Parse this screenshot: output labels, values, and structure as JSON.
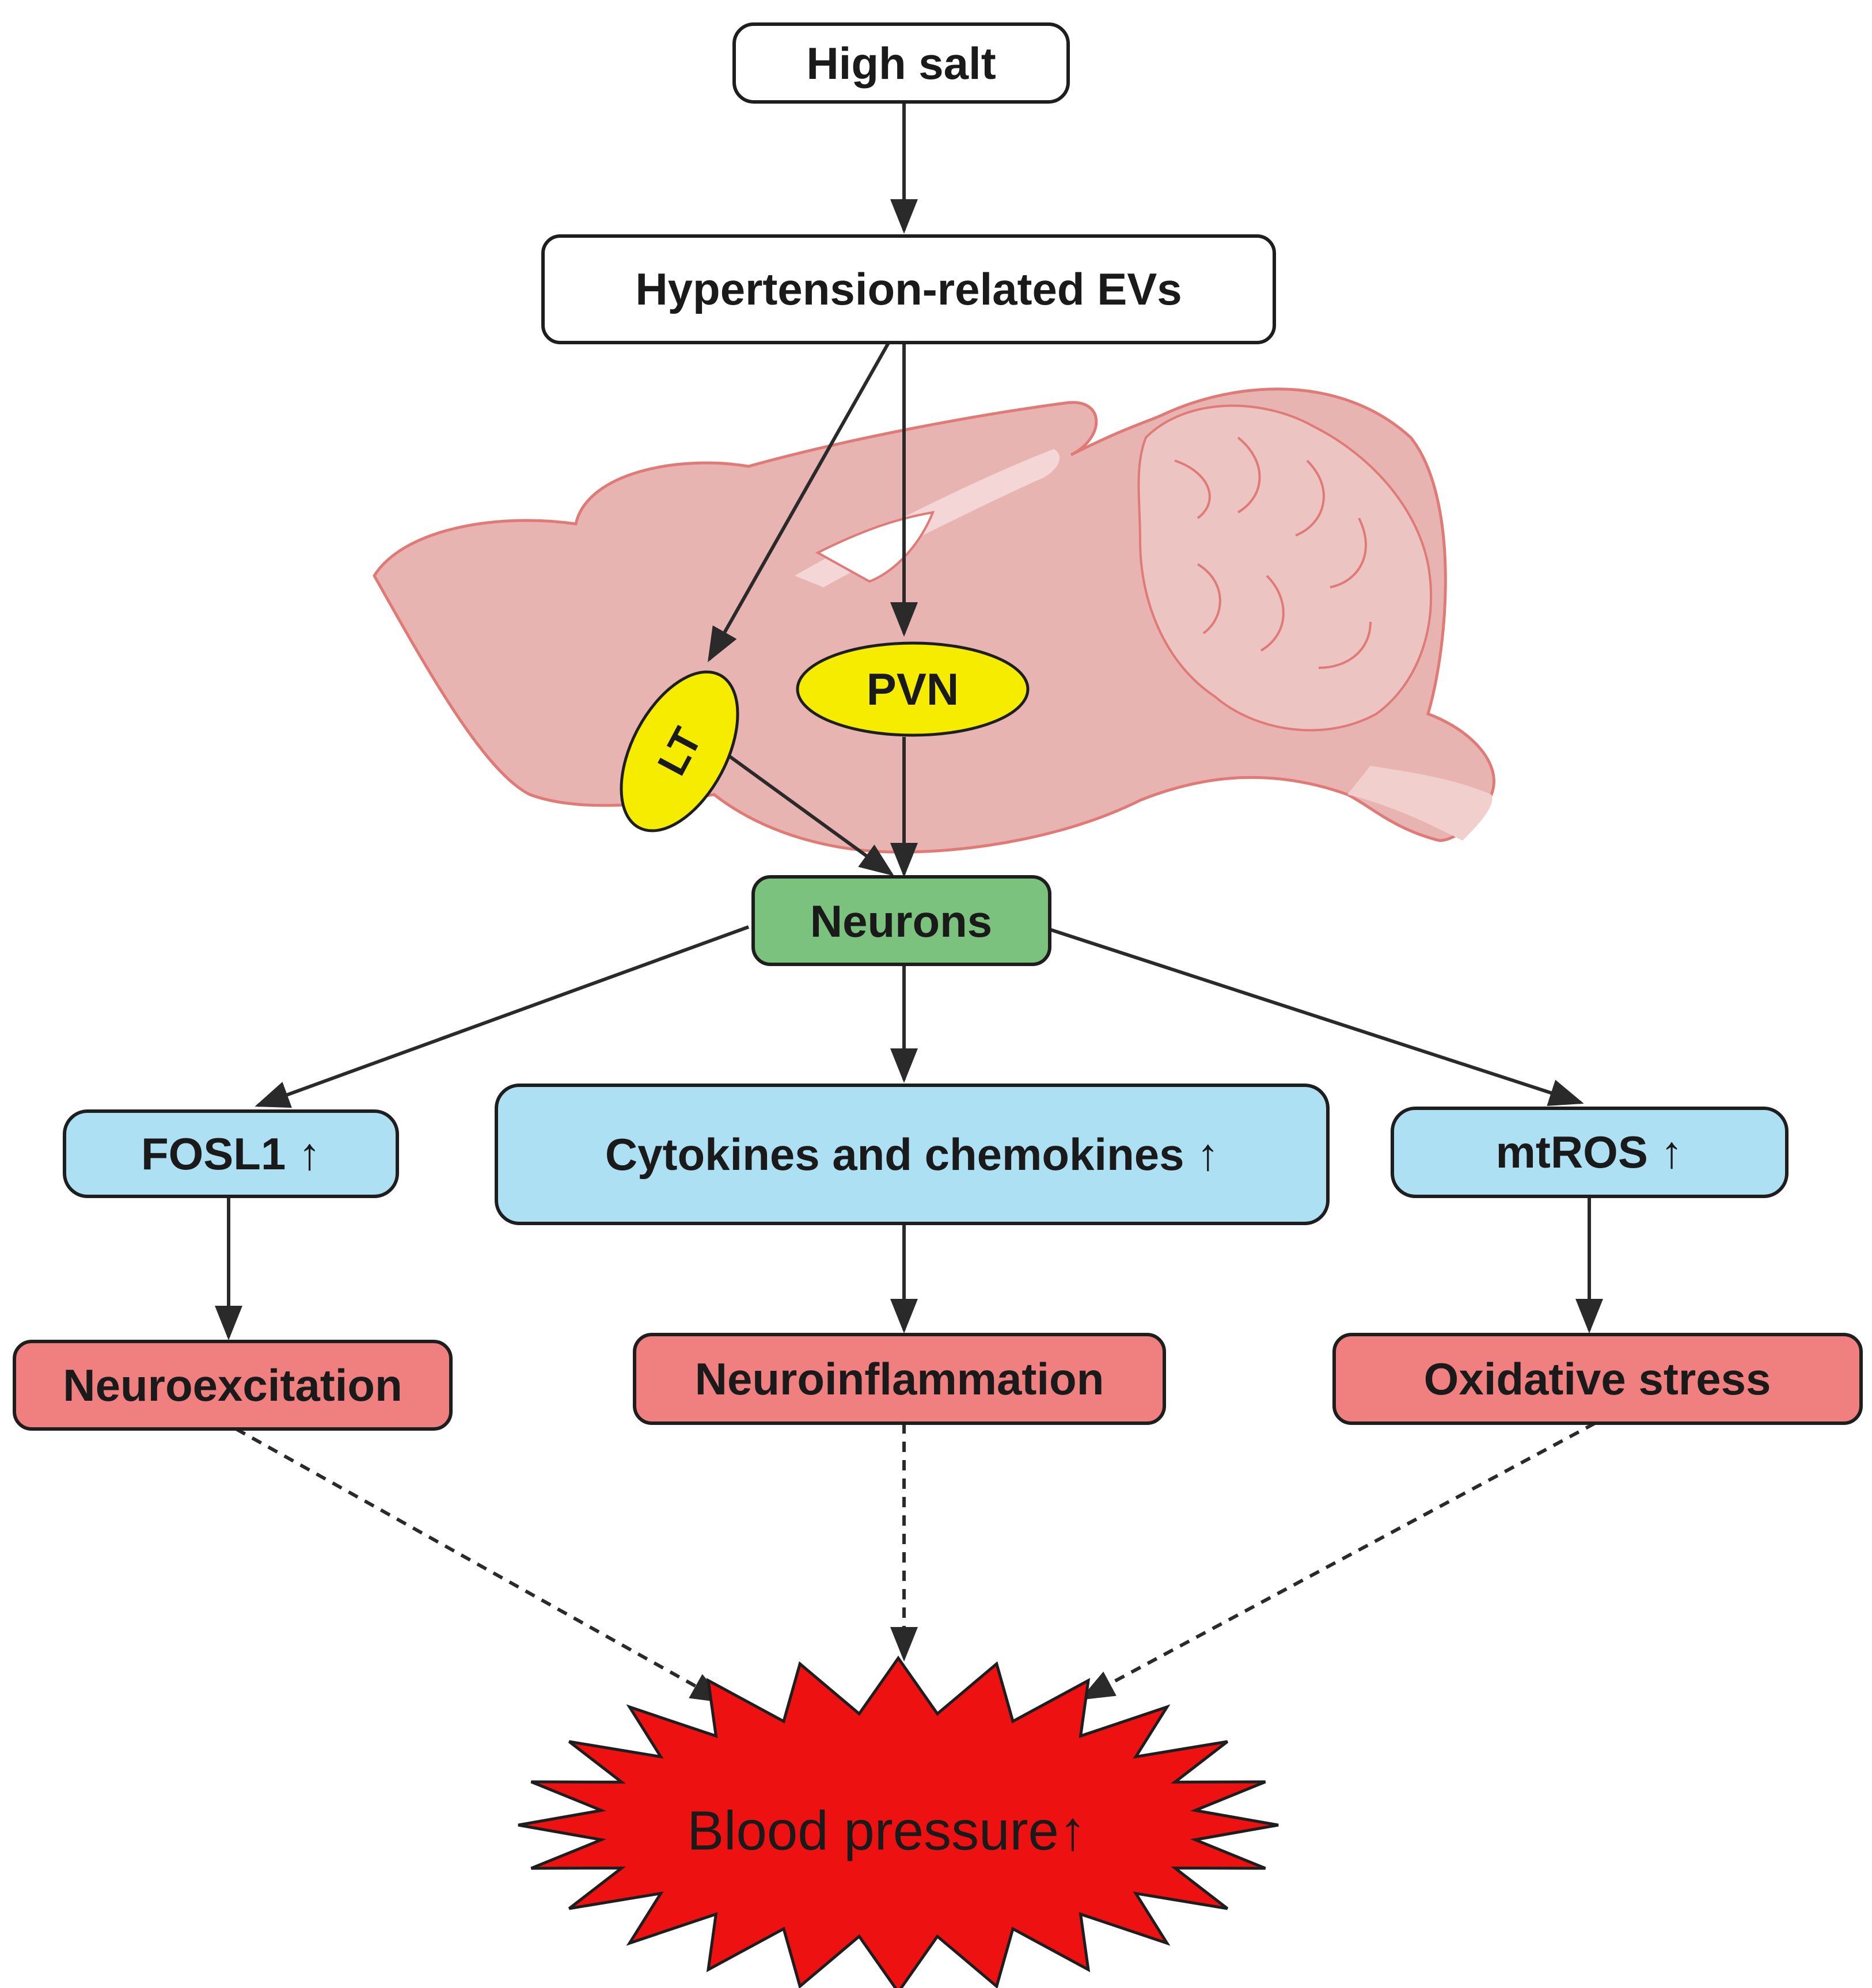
{
  "colors": {
    "input_box": "#ffffff",
    "region": "#f5ec00",
    "neurons": "#7cc27f",
    "mediator": "#aee0f4",
    "effect": "#f08080",
    "outcome": "#ee1111",
    "brain": "#e8b4b2",
    "brain_outline": "#e07a76",
    "cerebellum": "#ecc4c2"
  },
  "nodes": {
    "high_salt": "High salt",
    "evs": "Hypertension-related EVs",
    "lt": "LT",
    "pvn": "PVN",
    "neurons": "Neurons",
    "fosl1": "FOSL1 ↑",
    "cytokines": "Cytokines and chemokines ↑",
    "mtros": "mtROS ↑",
    "neuroexcitation": "Neuroexcitation",
    "neuroinflammation": "Neuroinflammation",
    "oxidative_stress": "Oxidative stress",
    "blood_pressure": "Blood pressure↑"
  },
  "icons": {
    "brain": "sagittal-brain-illustration"
  }
}
